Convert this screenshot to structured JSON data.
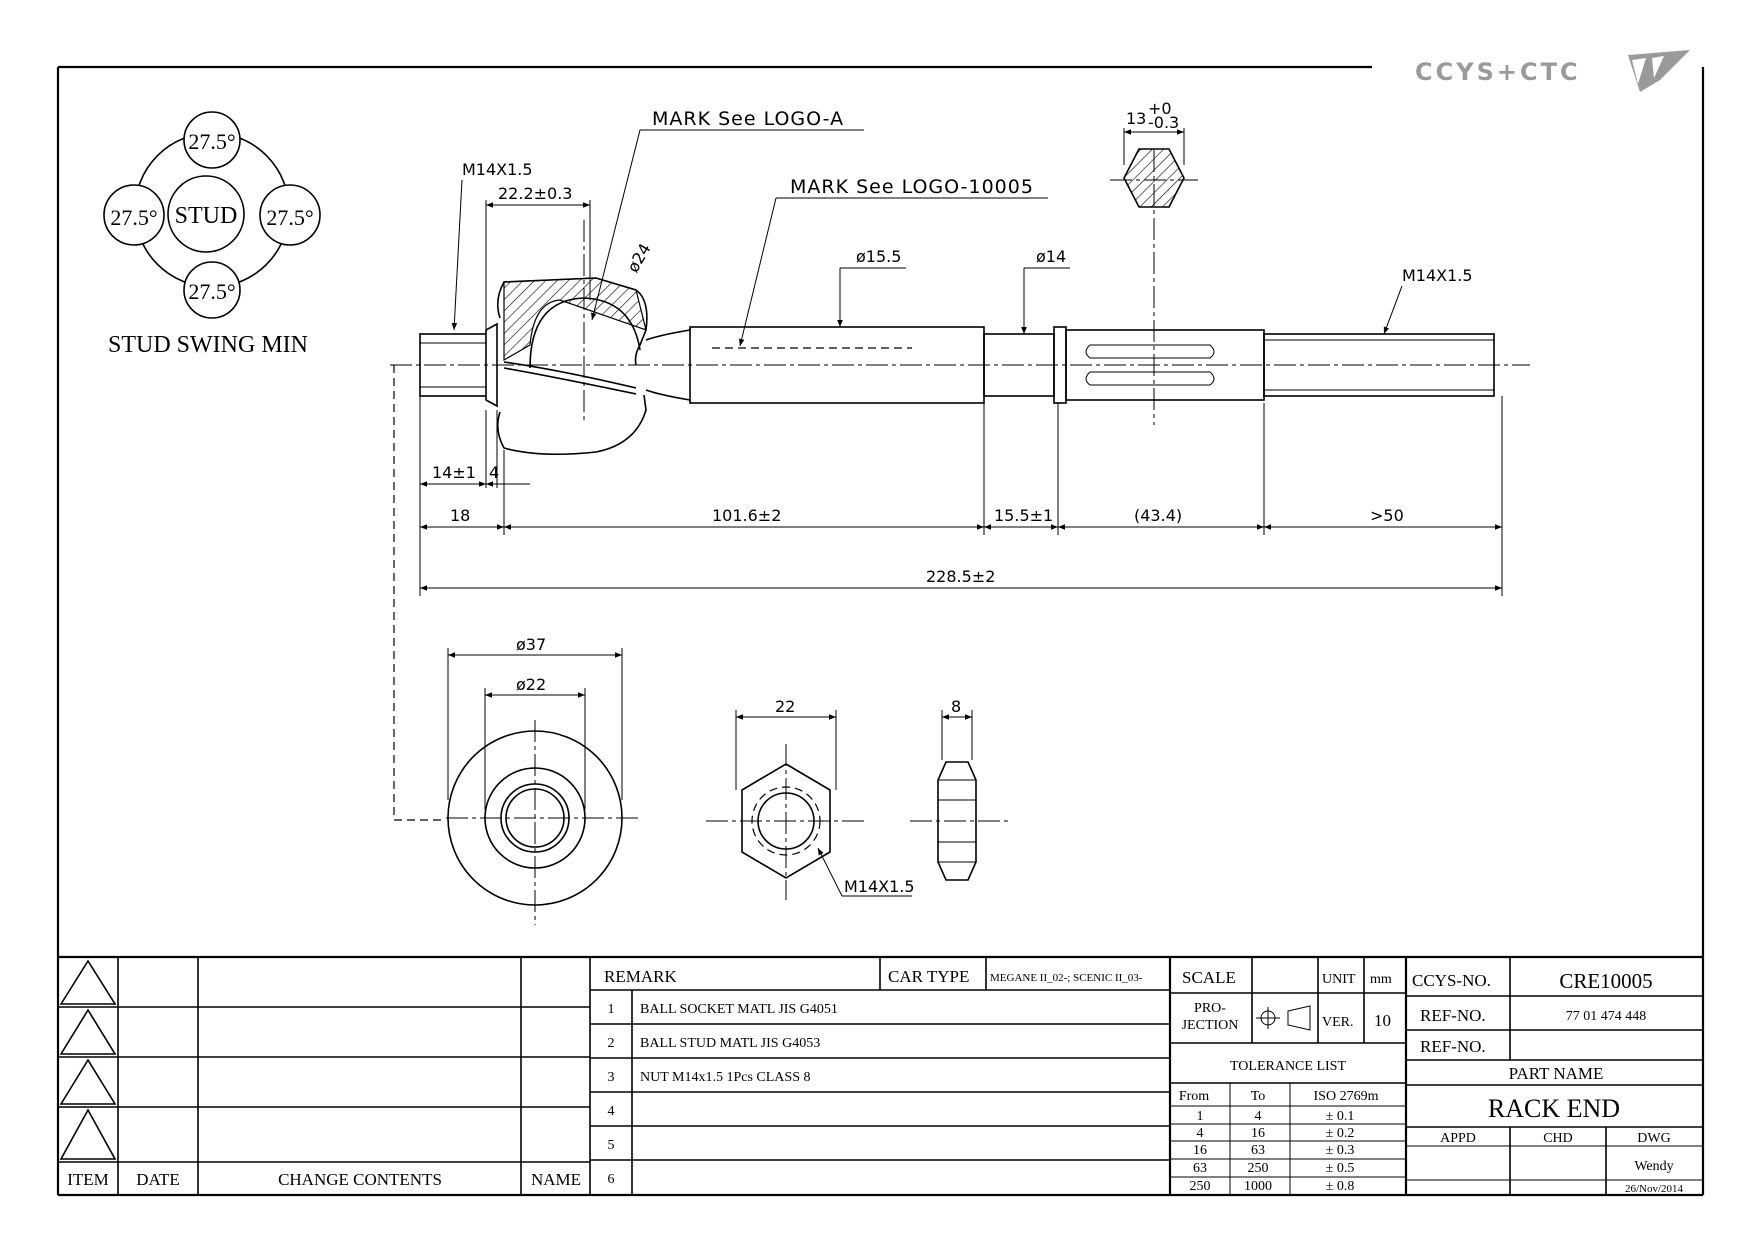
{
  "brand": {
    "logo_text": "CCYS+CTC"
  },
  "stud_swing": {
    "center_label": "STUD",
    "angles": [
      "27.5°",
      "27.5°",
      "27.5°",
      "27.5°"
    ],
    "caption": "STUD SWING MIN"
  },
  "marks": {
    "mark_a": "MARK See LOGO-A",
    "mark_b": "MARK See LOGO-10005"
  },
  "dimensions": {
    "thread_left": "M14X1.5",
    "d_22_2": "22.2±0.3",
    "dia_24": "ø24",
    "dia_15_5": "ø15.5",
    "dia_14": "ø14",
    "thread_right": "M14X1.5",
    "hex_width": "13",
    "hex_tol_upper": "+0",
    "hex_tol_lower": "-0.3",
    "d_14": "14±1",
    "d_4": "4",
    "d_18": "18",
    "d_101_6": "101.6±2",
    "d_15_5": "15.5±1",
    "d_43_4": "(43.4)",
    "d_50": ">50",
    "d_total": "228.5±2",
    "dia_37": "ø37",
    "dia_22": "ø22",
    "nut_across": "22",
    "nut_thread": "M14X1.5",
    "nut_thickness": "8"
  },
  "title_block": {
    "remark_header": "REMARK",
    "car_type_label": "CAR TYPE",
    "car_type_value": "MEGANE II_02-; SCENIC II_03-",
    "remarks": [
      {
        "no": "1",
        "text": "BALL SOCKET MATL JIS G4051"
      },
      {
        "no": "2",
        "text": "BALL STUD MATL JIS G4053"
      },
      {
        "no": "3",
        "text": "NUT M14x1.5 1Pcs CLASS 8"
      },
      {
        "no": "4",
        "text": ""
      },
      {
        "no": "5",
        "text": ""
      },
      {
        "no": "6",
        "text": ""
      }
    ],
    "revision_headers": {
      "item": "ITEM",
      "date": "DATE",
      "change_contents": "CHANGE CONTENTS",
      "name": "NAME"
    },
    "scale_label": "SCALE",
    "unit_label": "UNIT",
    "unit_value": "mm",
    "projection_label_1": "PRO-",
    "projection_label_2": "JECTION",
    "ver_label": "VER.",
    "ver_value": "10",
    "tolerance_title": "TOLERANCE LIST",
    "tolerance_headers": {
      "from": "From",
      "to": "To",
      "iso": "ISO 2769m"
    },
    "tolerance_rows": [
      {
        "from": "1",
        "to": "4",
        "tol": "± 0.1"
      },
      {
        "from": "4",
        "to": "16",
        "tol": "± 0.2"
      },
      {
        "from": "16",
        "to": "63",
        "tol": "± 0.3"
      },
      {
        "from": "63",
        "to": "250",
        "tol": "± 0.5"
      },
      {
        "from": "250",
        "to": "1000",
        "tol": "± 0.8"
      }
    ],
    "ccys_no_label": "CCYS-NO.",
    "ccys_no_value": "CRE10005",
    "ref_no_label": "REF-NO.",
    "ref_no_value": "77 01 474 448",
    "ref_no_label_2": "REF-NO.",
    "part_name_label": "PART NAME",
    "part_name_value": "RACK END",
    "appd_label": "APPD",
    "chd_label": "CHD",
    "dwg_label": "DWG",
    "dwg_name": "Wendy",
    "dwg_date": "26/Nov/2014"
  }
}
